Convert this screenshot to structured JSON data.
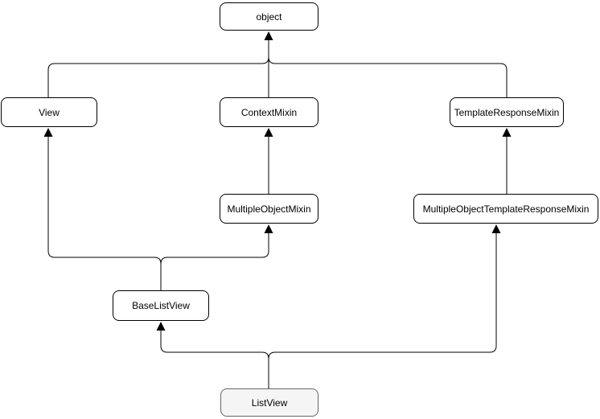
{
  "diagram": {
    "type": "class-inheritance-diagram",
    "background_color": "#ffffff",
    "node_fill": "#ffffff",
    "node_stroke": "#000000",
    "highlight_node_fill": "#f5f5f5",
    "highlight_node_stroke": "#666666",
    "edge_color": "#000000",
    "arrowhead": "filled-triangle-pointing-to-parent",
    "nodes": {
      "object": {
        "label": "object",
        "highlighted": false
      },
      "view": {
        "label": "View",
        "highlighted": false
      },
      "context_mixin": {
        "label": "ContextMixin",
        "highlighted": false
      },
      "template_response_mixin": {
        "label": "TemplateResponseMixin",
        "highlighted": false
      },
      "multiple_object_mixin": {
        "label": "MultipleObjectMixin",
        "highlighted": false
      },
      "multiple_object_template_response_mixin": {
        "label": "MultipleObjectTemplateResponseMixin",
        "highlighted": false
      },
      "base_list_view": {
        "label": "BaseListView",
        "highlighted": false
      },
      "list_view": {
        "label": "ListView",
        "highlighted": true
      }
    },
    "edges": [
      {
        "from": "View",
        "to": "object"
      },
      {
        "from": "ContextMixin",
        "to": "object"
      },
      {
        "from": "TemplateResponseMixin",
        "to": "object"
      },
      {
        "from": "MultipleObjectMixin",
        "to": "ContextMixin"
      },
      {
        "from": "MultipleObjectTemplateResponseMixin",
        "to": "TemplateResponseMixin"
      },
      {
        "from": "BaseListView",
        "to": "View"
      },
      {
        "from": "BaseListView",
        "to": "MultipleObjectMixin"
      },
      {
        "from": "ListView",
        "to": "BaseListView"
      },
      {
        "from": "ListView",
        "to": "MultipleObjectTemplateResponseMixin"
      }
    ]
  }
}
